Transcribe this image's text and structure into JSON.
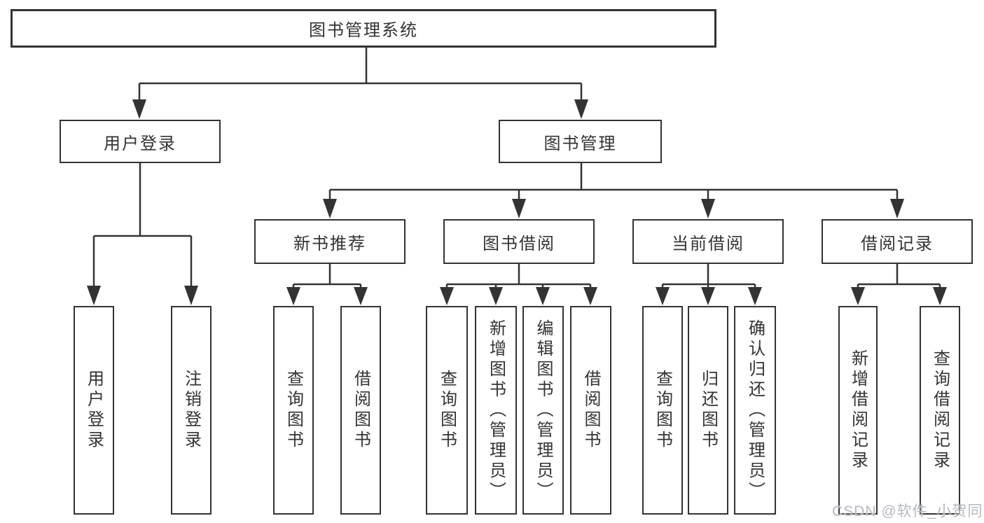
{
  "watermark": "CSDN @软件_小贺同学",
  "colors": {
    "line": "#333333",
    "text": "#333333",
    "background": "#ffffff",
    "watermark": "#b5b9bf"
  },
  "tree": {
    "root": {
      "label": "图书管理系统"
    },
    "branches": [
      {
        "label": "用户登录",
        "leaves": [
          {
            "label": "用户登录"
          },
          {
            "label": "注销登录"
          }
        ]
      },
      {
        "label": "图书管理",
        "groups": [
          {
            "label": "新书推荐",
            "leaves": [
              {
                "label": "查询图书"
              },
              {
                "label": "借阅图书"
              }
            ]
          },
          {
            "label": "图书借阅",
            "leaves": [
              {
                "label": "查询图书"
              },
              {
                "label": "新增图书（管理员）"
              },
              {
                "label": "编辑图书（管理员）"
              },
              {
                "label": "借阅图书"
              }
            ]
          },
          {
            "label": "当前借阅",
            "leaves": [
              {
                "label": "查询图书"
              },
              {
                "label": "归还图书"
              },
              {
                "label": "确认归还（管理员）"
              }
            ]
          },
          {
            "label": "借阅记录",
            "leaves": [
              {
                "label": "新增借阅记录"
              },
              {
                "label": "查询借阅记录"
              }
            ]
          }
        ]
      }
    ]
  }
}
